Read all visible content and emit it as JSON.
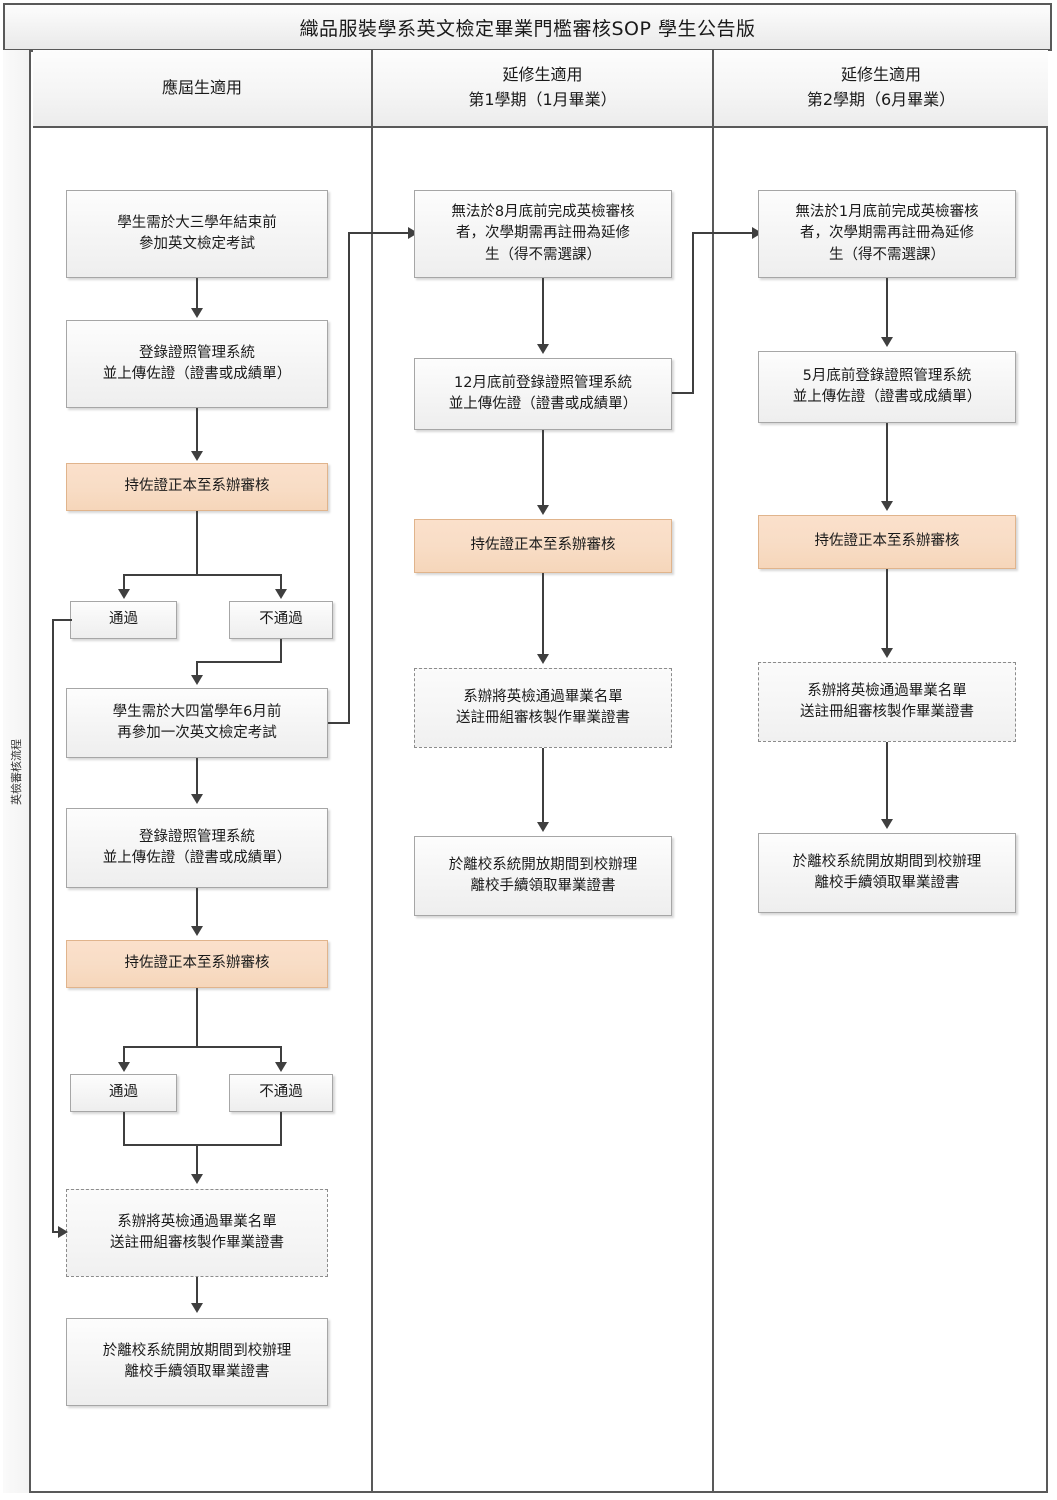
{
  "title": "織品服裝學系英文檢定畢業門檻審核SOP  學生公告版",
  "lane_label": "英檢審核流程",
  "columns": [
    {
      "id": "current",
      "line1": "應屆生適用",
      "line2": ""
    },
    {
      "id": "extended-sem1",
      "line1": "延修生適用",
      "line2": "第1學期（1月畢業）"
    },
    {
      "id": "extended-sem2",
      "line1": "延修生適用",
      "line2": "第2學期（6月畢業）"
    }
  ],
  "col1_nodes": [
    {
      "id": "c1-n1",
      "style": "solid",
      "lines": [
        "學生需於大三學年結束前",
        "參加英文檢定考試"
      ]
    },
    {
      "id": "c1-n2",
      "style": "solid",
      "lines": [
        "登錄證照管理系統",
        "並上傳佐證（證書或成績單）"
      ]
    },
    {
      "id": "c1-n3",
      "style": "peach",
      "lines": [
        "持佐證正本至系辦審核"
      ]
    },
    {
      "id": "c1-pass1",
      "style": "solid",
      "lines": [
        "通過"
      ]
    },
    {
      "id": "c1-fail1",
      "style": "solid",
      "lines": [
        "不通過"
      ]
    },
    {
      "id": "c1-n4",
      "style": "solid",
      "lines": [
        "學生需於大四當學年6月前",
        "再參加一次英文檢定考試"
      ]
    },
    {
      "id": "c1-n5",
      "style": "solid",
      "lines": [
        "登錄證照管理系統",
        "並上傳佐證（證書或成績單）"
      ]
    },
    {
      "id": "c1-n6",
      "style": "peach",
      "lines": [
        "持佐證正本至系辦審核"
      ]
    },
    {
      "id": "c1-pass2",
      "style": "solid",
      "lines": [
        "通過"
      ]
    },
    {
      "id": "c1-fail2",
      "style": "solid",
      "lines": [
        "不通過"
      ]
    },
    {
      "id": "c1-n7",
      "style": "dashed",
      "lines": [
        "系辦將英檢通過畢業名單",
        "送註冊組審核製作畢業證書"
      ]
    },
    {
      "id": "c1-n8",
      "style": "solid",
      "lines": [
        "於離校系統開放期間到校辦理",
        "離校手續領取畢業證書"
      ]
    }
  ],
  "col2_nodes": [
    {
      "id": "c2-n1",
      "style": "solid",
      "lines": [
        "無法於8月底前完成英檢審核",
        "者，次學期需再註冊為延修",
        "生（得不需選課）"
      ]
    },
    {
      "id": "c2-n2",
      "style": "solid",
      "lines": [
        "12月底前登錄證照管理系統",
        "並上傳佐證（證書或成績單）"
      ]
    },
    {
      "id": "c2-n3",
      "style": "peach",
      "lines": [
        "持佐證正本至系辦審核"
      ]
    },
    {
      "id": "c2-n4",
      "style": "dashed",
      "lines": [
        "系辦將英檢通過畢業名單",
        "送註冊組審核製作畢業證書"
      ]
    },
    {
      "id": "c2-n5",
      "style": "solid",
      "lines": [
        "於離校系統開放期間到校辦理",
        "離校手續領取畢業證書"
      ]
    }
  ],
  "col3_nodes": [
    {
      "id": "c3-n1",
      "style": "solid",
      "lines": [
        "無法於1月底前完成英檢審核",
        "者，次學期需再註冊為延修",
        "生（得不需選課）"
      ]
    },
    {
      "id": "c3-n2",
      "style": "solid",
      "lines": [
        "5月底前登錄證照管理系統",
        "並上傳佐證（證書或成績單）"
      ]
    },
    {
      "id": "c3-n3",
      "style": "peach",
      "lines": [
        "持佐證正本至系辦審核"
      ]
    },
    {
      "id": "c3-n4",
      "style": "dashed",
      "lines": [
        "系辦將英檢通過畢業名單",
        "送註冊組審核製作畢業證書"
      ]
    },
    {
      "id": "c3-n5",
      "style": "solid",
      "lines": [
        "於離校系統開放期間到校辦理",
        "離校手續領取畢業證書"
      ]
    }
  ],
  "colors": {
    "frame": "#595959",
    "line": "#3f3f3f",
    "node_border": "#a6a6a6",
    "peach_fill": "#f8ddc6",
    "peach_border": "#e0b48c",
    "dashed_border": "#8c8c8c"
  }
}
